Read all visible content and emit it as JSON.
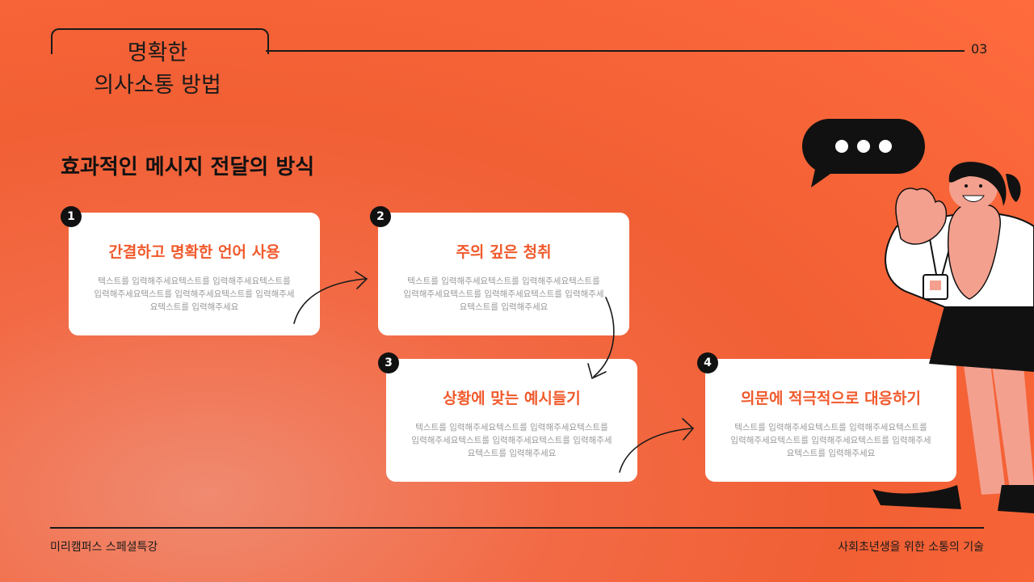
{
  "header": {
    "title_line1": "명확한",
    "title_line2": "의사소통 방법",
    "page_number": "03"
  },
  "subtitle": "효과적인 메시지 전달의 방식",
  "cards": [
    {
      "number": "1",
      "title": "간결하고 명확한 언어 사용",
      "body": "텍스트를 입력해주세요텍스트를 입력해주세요텍스트를 입력해주세요텍스트를 입력해주세요텍스트를 입력해주세요텍스트를 입력해주세요"
    },
    {
      "number": "2",
      "title": "주의 깊은 청취",
      "body": "텍스트를 입력해주세요텍스트를 입력해주세요텍스트를 입력해주세요텍스트를 입력해주세요텍스트를 입력해주세요텍스트를 입력해주세요"
    },
    {
      "number": "3",
      "title": "상황에 맞는 예시들기",
      "body": "텍스트를 입력해주세요텍스트를 입력해주세요텍스트를 입력해주세요텍스트를 입력해주세요텍스트를 입력해주세요텍스트를 입력해주세요"
    },
    {
      "number": "4",
      "title": "의문에 적극적으로 대응하기",
      "body": "텍스트를 입력해주세요텍스트를 입력해주세요텍스트를 입력해주세요텍스트를 입력해주세요텍스트를 입력해주세요텍스트를 입력해주세요"
    }
  ],
  "footer": {
    "left": "미리캠퍼스 스페셜특강",
    "right": "사회초년생을 위한 소통의 기술"
  },
  "colors": {
    "background": "#f26a45",
    "accent": "#f05a2c",
    "dark": "#111111",
    "skin": "#f4a08f"
  },
  "icons": [
    "speech-bubble-icon",
    "arrow-icon",
    "character-illustration"
  ]
}
